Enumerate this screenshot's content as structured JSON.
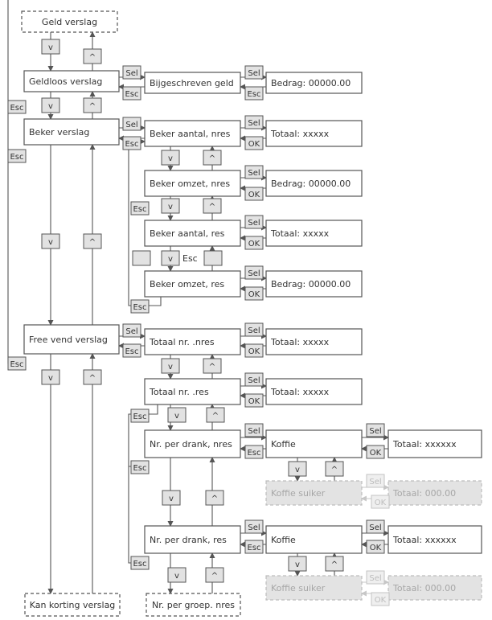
{
  "nodes": {
    "geld_verslag": "Geld verslag",
    "geldloos_verslag": "Geldloos verslag",
    "bijgeschreven_geld": "Bijgeschreven geld",
    "bedrag_geld": "Bedrag: 00000.00",
    "beker_verslag": "Beker verslag",
    "beker_aantal_nres": "Beker aantal, nres",
    "totaal_beker_aantal_nres": "Totaal: xxxxx",
    "beker_omzet_nres": "Beker omzet, nres",
    "bedrag_beker_omzet_nres": "Bedrag: 00000.00",
    "beker_aantal_res": "Beker aantal, res",
    "totaal_beker_aantal_res": "Totaal: xxxxx",
    "beker_omzet_res": "Beker omzet, res",
    "bedrag_beker_omzet_res": "Bedrag: 00000.00",
    "free_vend_verslag": "Free vend verslag",
    "totaal_nr_nres": "Totaal nr. .nres",
    "totaal_free_nres": "Totaal: xxxxx",
    "totaal_nr_res": "Totaal nr. .res",
    "totaal_free_res": "Totaal: xxxxx",
    "nr_per_drank_nres": "Nr. per drank, nres",
    "koffie_nres": "Koffie",
    "totaal_koffie_nres": "Totaal: xxxxxx",
    "koffie_suiker_nres": "Koffie suiker",
    "totaal_koffie_suiker_nres": "Totaal: 000.00",
    "nr_per_drank_res": "Nr. per drank, res",
    "koffie_res": "Koffie",
    "totaal_koffie_res": "Totaal: xxxxxx",
    "koffie_suiker_res": "Koffie suiker",
    "totaal_koffie_suiker_res": "Totaal: 000.00",
    "kan_korting_verslag": "Kan korting verslag",
    "nr_per_groep_nres": "Nr. per groep. nres"
  },
  "buttons": {
    "sel": "Sel",
    "esc": "Esc",
    "ok": "OK",
    "down": "v",
    "up": "^"
  },
  "colors": {
    "line": "#555555",
    "box_border": "#555555",
    "button_fill": "#e2e2e2",
    "ghost_fill": "#e3e3e3",
    "ghost_text": "#a7a7a7"
  }
}
